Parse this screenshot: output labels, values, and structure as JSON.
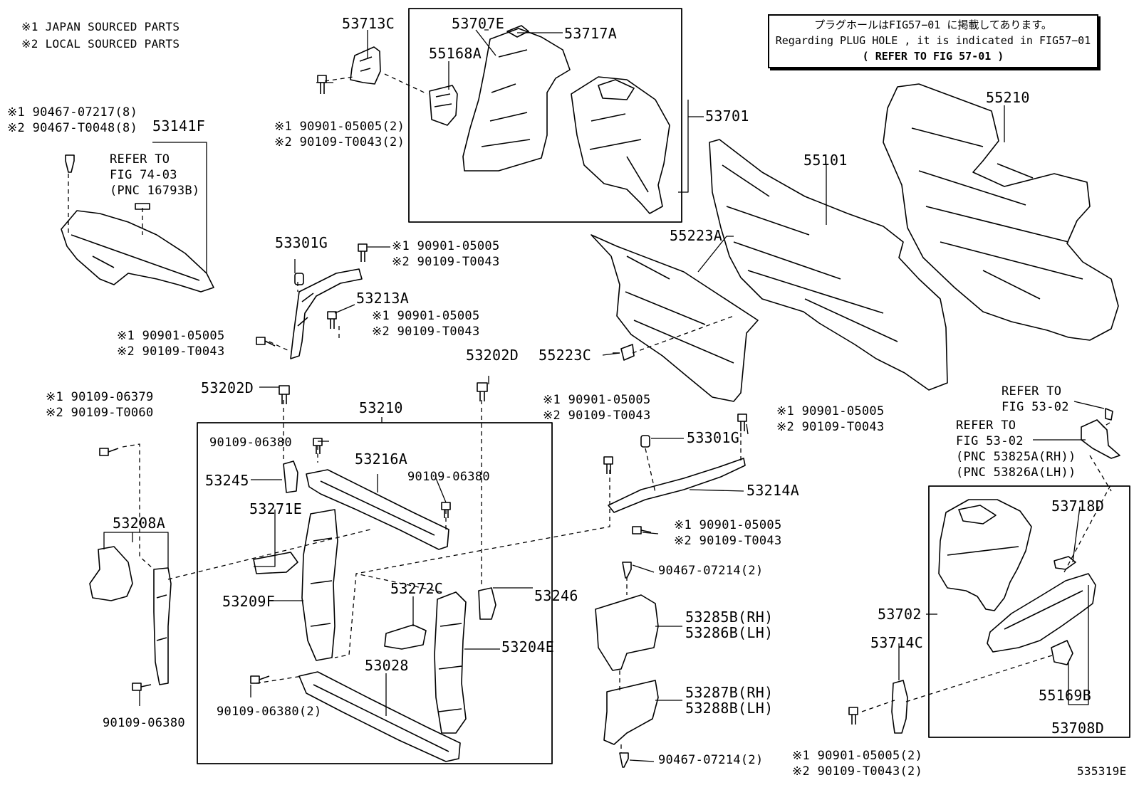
{
  "legend": {
    "line1": "※1 JAPAN SOURCED PARTS",
    "line2": "※2 LOCAL SOURCED PARTS"
  },
  "note": {
    "jp": "プラグホールはFIG57−01 に掲載してあります。",
    "en": "Regarding PLUG HOLE , it is indicated in FIG57−01",
    "refer": "(  REFER TO FIG 57-01  )"
  },
  "figure_code": "535319E",
  "labels": {
    "p53713C": "53713C",
    "p53707E": "53707E",
    "p53717A": "53717A",
    "p55168A": "55168A",
    "p53701": "53701",
    "b_top_1": "※1 90901-05005(2)",
    "b_top_2": "※2 90109-T0043(2)",
    "c_left_1": "※1 90467-07217(8)",
    "c_left_2": "※2 90467-T0048(8)",
    "p53141F": "53141F",
    "ref74_1": "REFER TO",
    "ref74_2": "FIG 74-03",
    "ref74_3": "(PNC 16793B)",
    "p53301G_l": "53301G",
    "b_213a_top_1": "※1 90901-05005",
    "b_213a_top_2": "※2 90109-T0043",
    "p53213A": "53213A",
    "b_213a_mid_1": "※1 90901-05005",
    "b_213a_mid_2": "※2 90109-T0043",
    "b_213a_low_1": "※1 90901-05005",
    "b_213a_low_2": "※2 90109-T0043",
    "p55210": "55210",
    "p55101": "55101",
    "p55223A": "55223A",
    "p55223C": "55223C",
    "p53202D_r": "53202D",
    "p53202D_l": "53202D",
    "b_208a_1": "※1 90109-06379",
    "b_208a_2": "※2 90109-T0060",
    "p53210": "53210",
    "b_6380_a": "90109-06380",
    "p53216A": "53216A",
    "b_6380_b": "90109-06380",
    "p53245": "53245",
    "p53271E": "53271E",
    "p53208A": "53208A",
    "p53209F": "53209F",
    "p53272C": "53272C",
    "p53246": "53246",
    "p53204E": "53204E",
    "p53028": "53028",
    "b_6380_c": "90109-06380(2)",
    "b_6380_d": "90109-06380",
    "b_214a_top_1": "※1 90901-05005",
    "b_214a_top_2": "※2 90109-T0043",
    "b_214a_r_1": "※1 90901-05005",
    "b_214a_r_2": "※2 90109-T0043",
    "p53301G_r": "53301G",
    "p53214A": "53214A",
    "b_214a_low_1": "※1 90901-05005",
    "b_214a_low_2": "※2 90109-T0043",
    "c_7214_top": "90467-07214(2)",
    "p53285B": "53285B(RH)",
    "p53286B": "53286B(LH)",
    "p53287B": "53287B(RH)",
    "p53288B": "53288B(LH)",
    "c_7214_bot": "90467-07214(2)",
    "ref532_a1": "REFER TO",
    "ref532_a2": "FIG 53-02",
    "ref532_b1": "REFER TO",
    "ref532_b2": "FIG 53-02",
    "ref532_b3": "(PNC 53825A(RH))",
    "ref532_b4": "(PNC 53826A(LH))",
    "p53718D": "53718D",
    "p53702": "53702",
    "p53714C": "53714C",
    "p55169B": "55169B",
    "p53708D": "53708D",
    "b_br_1": "※1 90901-05005(2)",
    "b_br_2": "※2 90109-T0043(2)"
  }
}
